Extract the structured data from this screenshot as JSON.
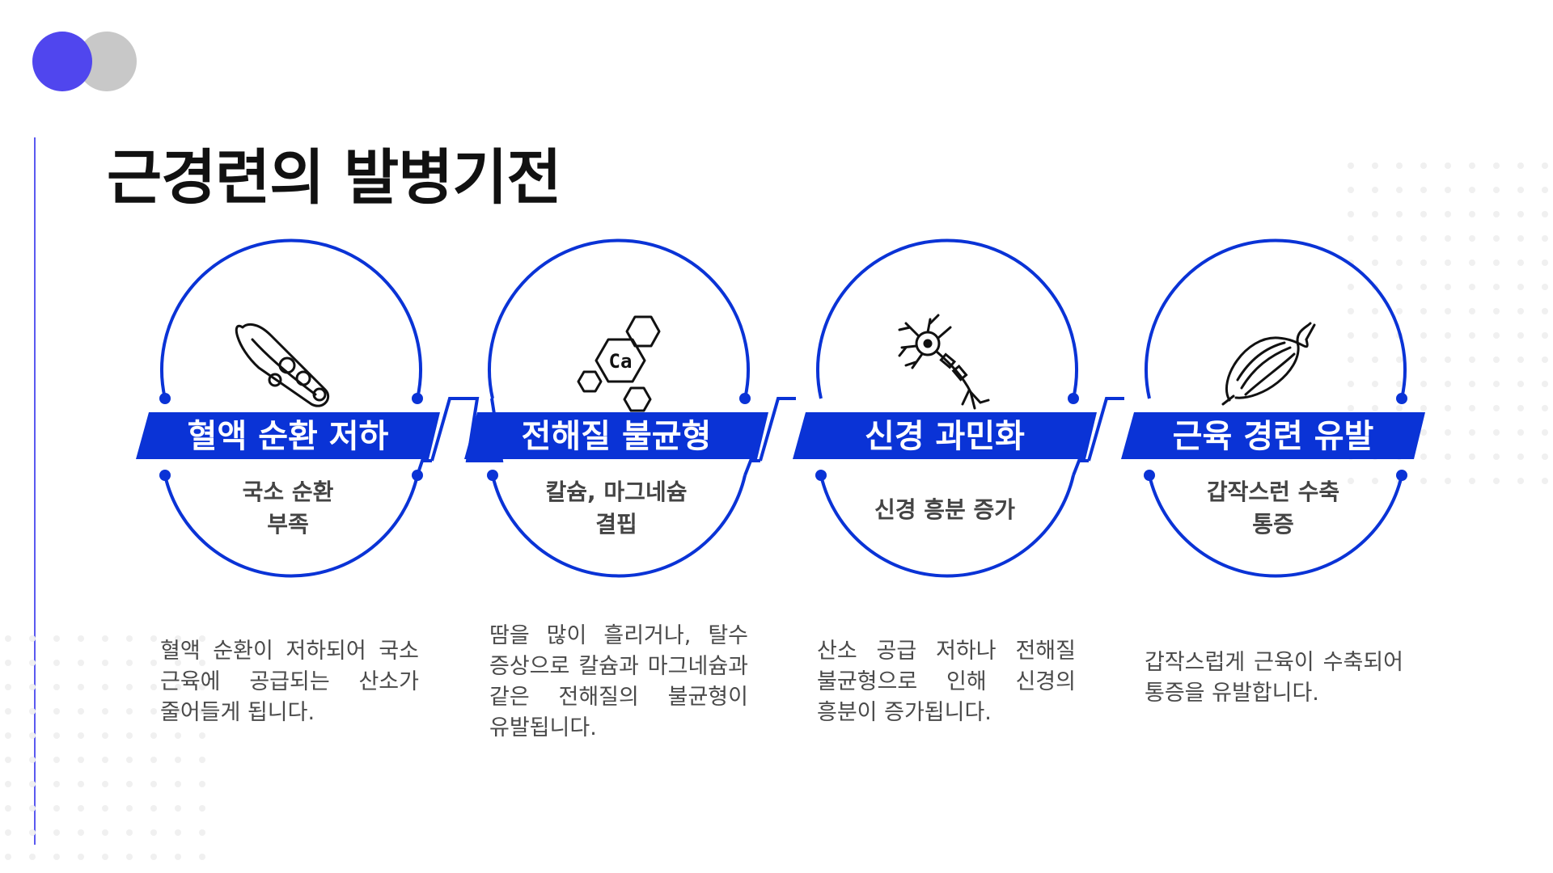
{
  "title": "근경련의 발병기전",
  "colors": {
    "accent": "#0a33d6",
    "logo_blue": "#5046ee",
    "logo_gray": "#c8c8c8"
  },
  "steps": [
    {
      "icon": "blood-vessel-icon",
      "label": "혈액 순환 저하",
      "sub": [
        "국소 순환",
        "부족"
      ],
      "desc": "혈액 순환이 저하되어 국소 근육에 공급되는 산소가 줄어들게 됩니다."
    },
    {
      "icon": "calcium-molecule-icon",
      "icon_text": "Ca",
      "label": "전해질 불균형",
      "sub": [
        "칼슘, 마그네슘",
        "결핍"
      ],
      "desc": "땀을 많이 흘리거나, 탈수 증상으로 칼슘과 마그네슘과 같은 전해질의 불균형이 유발됩니다."
    },
    {
      "icon": "neuron-icon",
      "label": "신경 과민화",
      "sub": [
        "신경 흥분 증가"
      ],
      "desc": "산소 공급 저하나 전해질 불균형으로 인해 신경의 흥분이 증가됩니다."
    },
    {
      "icon": "muscle-icon",
      "label": "근육 경련 유발",
      "sub": [
        "갑작스런 수축",
        "통증"
      ],
      "desc": "갑작스럽게 근육이 수축되어 통증을 유발합니다."
    }
  ]
}
